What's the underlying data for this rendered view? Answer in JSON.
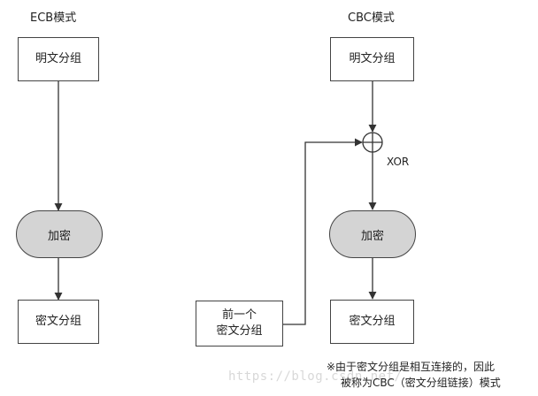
{
  "ecb": {
    "title": "ECB模式",
    "plaintext": "明文分组",
    "encrypt": "加密",
    "ciphertext": "密文分组"
  },
  "cbc": {
    "title": "CBC模式",
    "plaintext": "明文分组",
    "xor": "XOR",
    "encrypt": "加密",
    "ciphertext": "密文分组",
    "previous_line1": "前一个",
    "previous_line2": "密文分组"
  },
  "note": {
    "line1": "※由于密文分组是相互连接的，因此",
    "line2": "被称为CBC（密文分组链接）模式"
  },
  "watermark": "https://blog.csdn.net/..."
}
